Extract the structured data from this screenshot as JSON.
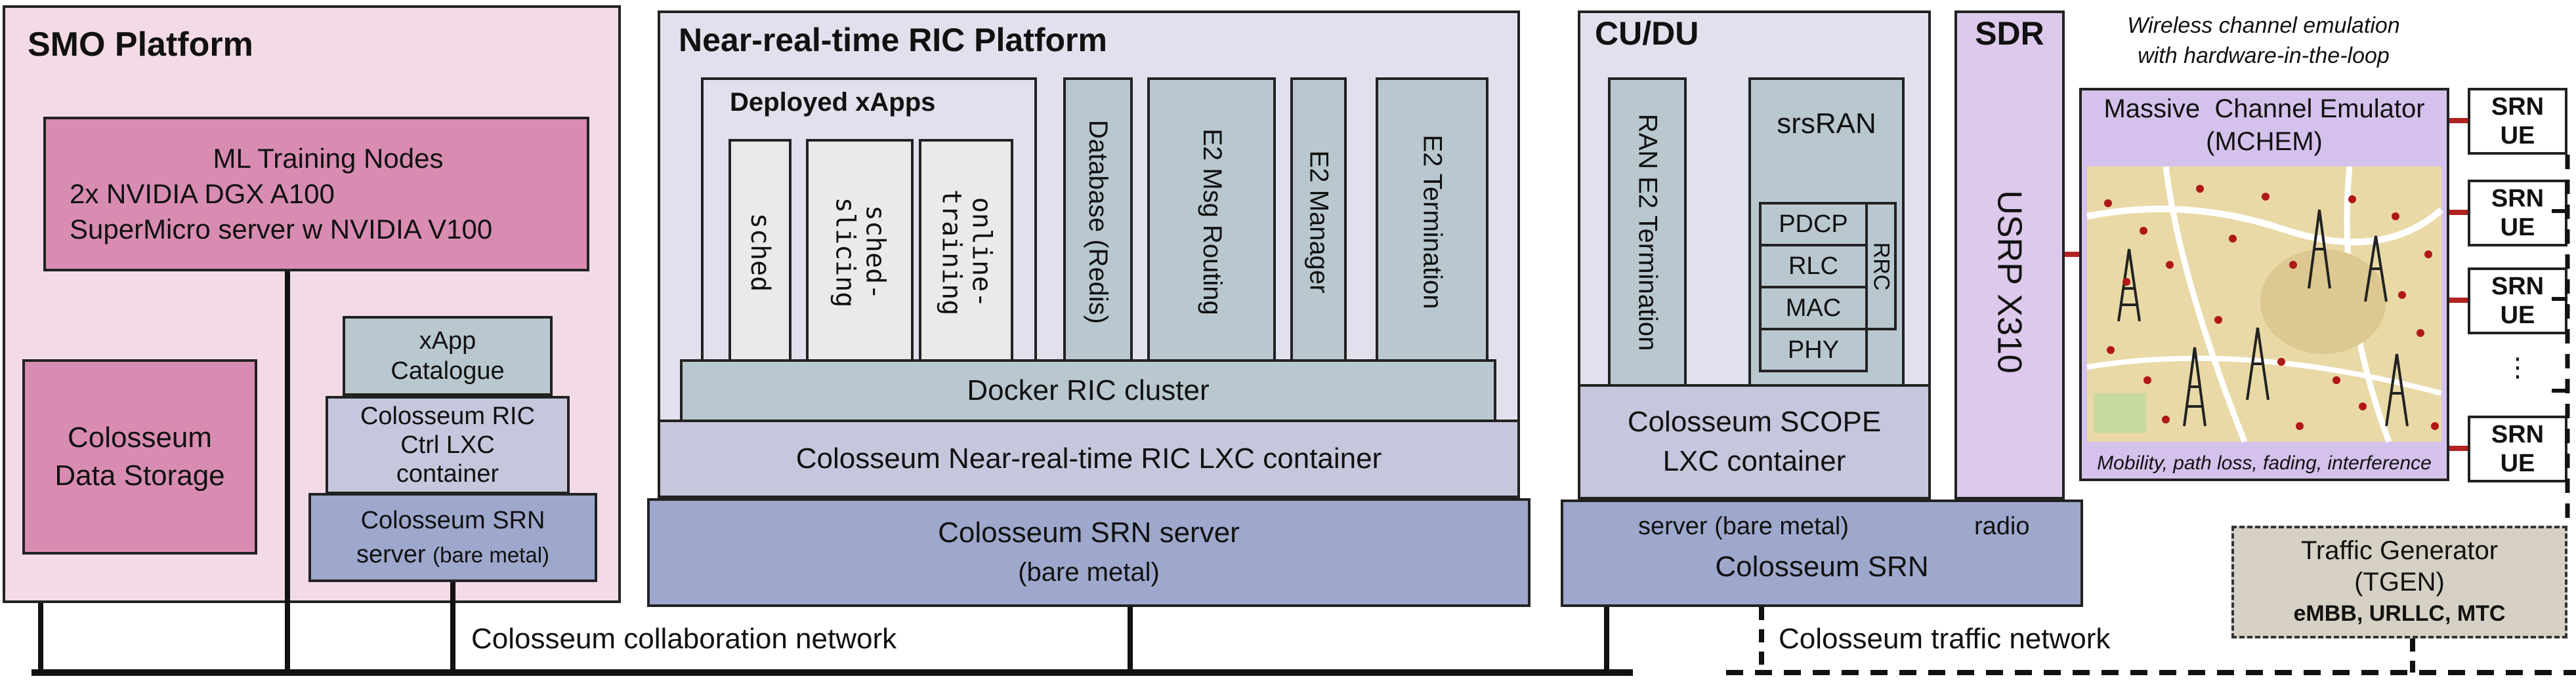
{
  "smo": {
    "title": "SMO Platform",
    "ml_nodes": {
      "line1": "ML Training Nodes",
      "line2": "2x NVIDIA DGX A100",
      "line3": "SuperMicro server w NVIDIA V100"
    },
    "storage": {
      "line1": "Colosseum",
      "line2": "Data Storage"
    },
    "xapp_catalogue": {
      "line1": "xApp",
      "line2": "Catalogue"
    },
    "ric_ctrl": {
      "line1": "Colosseum RIC",
      "line2": "Ctrl LXC",
      "line3": "container"
    },
    "srn_server": {
      "line1": "Colosseum SRN",
      "line2": "server",
      "line3": "(bare metal)"
    }
  },
  "ric": {
    "title": "Near-real-time RIC Platform",
    "xapps_title": "Deployed xApps",
    "xapps": [
      "sched",
      "sched-\nslicing",
      "online-\ntraining"
    ],
    "components": [
      "Database (Redis)",
      "E2 Msg Routing",
      "E2 Manager",
      "E2 Termination"
    ],
    "docker": "Docker RIC cluster",
    "lxc": "Colosseum Near-real-time RIC LXC container",
    "srn_server": {
      "line1": "Colosseum SRN server",
      "line2": "(bare metal)"
    }
  },
  "cudu": {
    "title": "CU/DU",
    "ran_e2": "RAN E2 Termination",
    "srsran": "srsRAN",
    "stack": [
      "PDCP",
      "RLC",
      "MAC",
      "PHY"
    ],
    "rrc": "RRC",
    "scope": {
      "line1": "Colosseum SCOPE",
      "line2": "LXC container"
    }
  },
  "sdr": {
    "title": "SDR",
    "usrp": "USRP X310"
  },
  "srn_bottom": {
    "server": "server (bare metal)",
    "radio": "radio",
    "name": "Colosseum SRN"
  },
  "mchem": {
    "caption1": "Wireless channel emulation",
    "caption2": "with hardware-in-the-loop",
    "title1": "Massive  Channel Emulator",
    "title2": "(MCHEM)",
    "footer": "Mobility, path loss, fading, interference"
  },
  "ues": [
    {
      "l1": "SRN",
      "l2": "UE"
    },
    {
      "l1": "SRN",
      "l2": "UE"
    },
    {
      "l1": "SRN",
      "l2": "UE"
    },
    {
      "l1": "SRN",
      "l2": "UE"
    }
  ],
  "ue_ellipsis": "⋮",
  "tgen": {
    "line1": "Traffic Generator",
    "line2": "(TGEN)",
    "line3": "eMBB, URLLC, MTC"
  },
  "networks": {
    "collab": "Colosseum collaboration network",
    "traffic": "Colosseum traffic network"
  },
  "colors": {
    "smo_bg": "#f2dbe6",
    "pink_box": "#d98cb1",
    "ric_bg": "#e1e1ee",
    "slate": "#b9c8cf",
    "lavender": "#c6c6dd",
    "blue": "#9ea8cc",
    "sdr": "#ddc9ec",
    "mchem": "#d4c2ec",
    "tgen": "#d6d1c4",
    "red_link": "#b22222"
  }
}
